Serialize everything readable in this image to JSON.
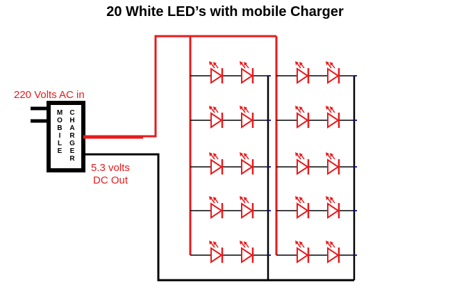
{
  "title": "20 White LED’s with mobile Charger",
  "input_label": "220 Volts AC in",
  "output_label_line1": "5.3 volts",
  "output_label_line2": "DC Out",
  "charger_word_left": "MOBILE",
  "charger_word_right": "CHARGER",
  "colors": {
    "positive": "#e8191b",
    "negative": "#000000",
    "led": "#e8191b",
    "stub": "#1a1aa0",
    "text_red": "#e8191b"
  },
  "led_grid": {
    "groups": 2,
    "rows": 5,
    "leds_per_row": 2,
    "total_leds": 20
  }
}
